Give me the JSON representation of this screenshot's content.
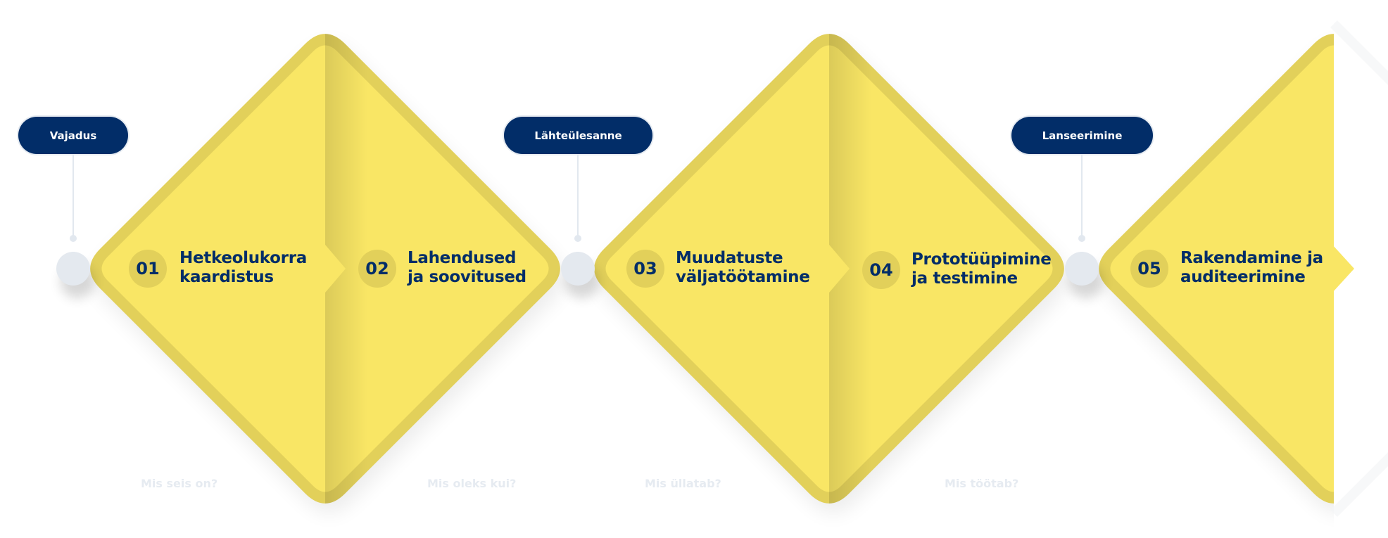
{
  "colors": {
    "diamond_fill": "#f9e665",
    "diamond_border": "#e2d05a",
    "badge_fill": "#e2d05a",
    "navy": "#022d68",
    "node": "#e4e9ef",
    "muted_text": "#e6ebf1"
  },
  "milestones": [
    {
      "label": "Vajadus",
      "icon": "circle-node-icon"
    },
    {
      "label": "Lähteülesanne",
      "icon": "circle-node-icon"
    },
    {
      "label": "Lanseerimine",
      "icon": "circle-node-icon"
    }
  ],
  "steps": [
    {
      "number": "01",
      "line1": "Hetkeolukorra",
      "line2": "kaardistus"
    },
    {
      "number": "02",
      "line1": "Lahendused",
      "line2": "ja soovitused"
    },
    {
      "number": "03",
      "line1": "Muudatuste",
      "line2": "väljatöötamine"
    },
    {
      "number": "04",
      "line1": "Prototüüpimine",
      "line2": "ja testimine"
    },
    {
      "number": "05",
      "line1": "Rakendamine ja",
      "line2": "auditeerimine"
    }
  ],
  "questions": [
    "Mis seis on?",
    "Mis oleks kui?",
    "Mis üllatab?",
    "Mis töötab?"
  ]
}
